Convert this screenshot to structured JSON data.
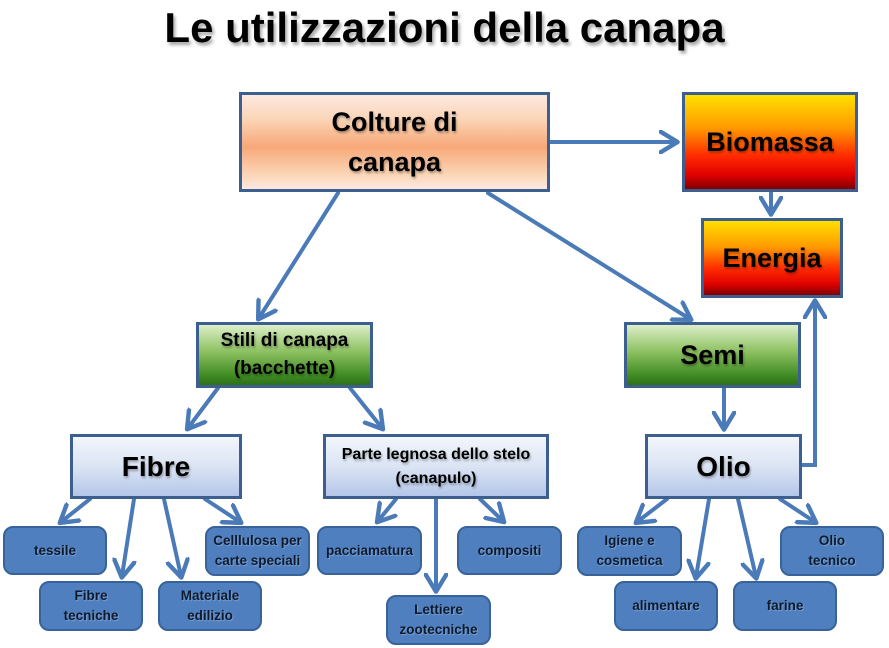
{
  "title": "Le utilizzazioni della canapa",
  "colors": {
    "arrow": "#4a7ab8",
    "box_border": "#3d5f8f",
    "leaf_fill": "#4f7fbf"
  },
  "nodes": {
    "colture": "Colture di\ncanapa",
    "biomassa": "Biomassa",
    "energia": "Energia",
    "stili": "Stili di canapa\n(bacchette)",
    "semi": "Semi",
    "fibre": "Fibre",
    "canapulo": "Parte legnosa dello stelo\n(canapulo)",
    "olio": "Olio"
  },
  "leaves": {
    "tessile": "tessile",
    "fibre_tecniche": "Fibre\ntecniche",
    "materiale_edilizio": "Materiale\nedilizio",
    "cellulosa": "Celllulosa per\ncarte speciali",
    "pacciamatura": "pacciamatura",
    "lettiere": "Lettiere\nzootecniche",
    "compositi": "compositi",
    "igiene": "Igiene e\ncosmetica",
    "alimentare": "alimentare",
    "farine": "farine",
    "olio_tecnico": "Olio\ntecnico"
  }
}
